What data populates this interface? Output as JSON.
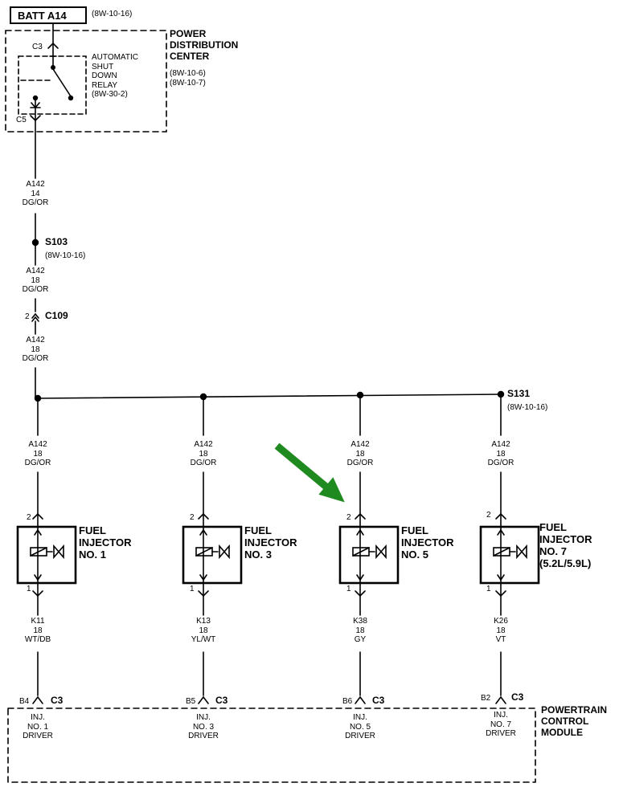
{
  "battery": {
    "label": "BATT A14",
    "ref": "(8W-10-16)"
  },
  "pdc": {
    "title": [
      "POWER",
      "DISTRIBUTION",
      "CENTER"
    ],
    "refs": [
      "(8W-10-6)",
      "(8W-10-7)"
    ],
    "connector_top": "C3",
    "connector_bottom": "C5",
    "relay": [
      "AUTOMATIC",
      "SHUT",
      "DOWN",
      "RELAY",
      "(8W-30-2)"
    ]
  },
  "wire_main": {
    "circuit": "A142",
    "gauge": "14",
    "color": "DG/OR"
  },
  "splice_s103": {
    "name": "S103",
    "ref": "(8W-10-16)"
  },
  "wire_s103": {
    "circuit": "A142",
    "gauge": "18",
    "color": "DG/OR"
  },
  "connector_c109": {
    "name": "C109",
    "pin": "2"
  },
  "wire_c109": {
    "circuit": "A142",
    "gauge": "18",
    "color": "DG/OR"
  },
  "splice_s131": {
    "name": "S131",
    "ref": "(8W-10-16)"
  },
  "injectors": [
    {
      "feed": {
        "circuit": "A142",
        "gauge": "18",
        "color": "DG/OR"
      },
      "pin_top": "2",
      "pin_bottom": "1",
      "name": [
        "FUEL",
        "INJECTOR",
        "NO. 1"
      ],
      "out": {
        "circuit": "K11",
        "gauge": "18",
        "color": "WT/DB"
      },
      "pcm_cavity": "B4",
      "pcm_conn": "C3",
      "pcm_label": [
        "INJ.",
        "NO. 1",
        "DRIVER"
      ]
    },
    {
      "feed": {
        "circuit": "A142",
        "gauge": "18",
        "color": "DG/OR"
      },
      "pin_top": "2",
      "pin_bottom": "1",
      "name": [
        "FUEL",
        "INJECTOR",
        "NO. 3"
      ],
      "out": {
        "circuit": "K13",
        "gauge": "18",
        "color": "YL/WT"
      },
      "pcm_cavity": "B5",
      "pcm_conn": "C3",
      "pcm_label": [
        "INJ.",
        "NO. 3",
        "DRIVER"
      ]
    },
    {
      "feed": {
        "circuit": "A142",
        "gauge": "18",
        "color": "DG/OR"
      },
      "pin_top": "2",
      "pin_bottom": "1",
      "name": [
        "FUEL",
        "INJECTOR",
        "NO. 5"
      ],
      "out": {
        "circuit": "K38",
        "gauge": "18",
        "color": "GY"
      },
      "pcm_cavity": "B6",
      "pcm_conn": "C3",
      "pcm_label": [
        "INJ.",
        "NO. 5",
        "DRIVER"
      ]
    },
    {
      "feed": {
        "circuit": "A142",
        "gauge": "18",
        "color": "DG/OR"
      },
      "pin_top": "2",
      "pin_bottom": "1",
      "name": [
        "FUEL",
        "INJECTOR",
        "NO. 7",
        "(5.2L/5.9L)"
      ],
      "out": {
        "circuit": "K26",
        "gauge": "18",
        "color": "VT"
      },
      "pcm_cavity": "B2",
      "pcm_conn": "C3",
      "pcm_label": [
        "INJ.",
        "NO. 7",
        "DRIVER"
      ]
    }
  ],
  "pcm": {
    "title": [
      "POWERTRAIN",
      "CONTROL",
      "MODULE"
    ]
  },
  "colors": {
    "line": "#000000",
    "arrow": "#1f8a1f",
    "background": "#ffffff"
  },
  "annotation": {
    "type": "arrow",
    "points_to": "FUEL INJECTOR NO. 5"
  }
}
